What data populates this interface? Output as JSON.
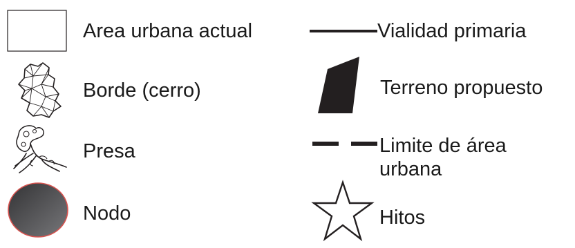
{
  "legend": {
    "items": [
      {
        "id": "area-urbana",
        "label": "Area urbana actual",
        "icon": "empty-rectangle"
      },
      {
        "id": "borde",
        "label": "Borde (cerro)",
        "icon": "hill-outline-network"
      },
      {
        "id": "presa",
        "label": "Presa",
        "icon": "dam-outline"
      },
      {
        "id": "nodo",
        "label": "Nodo",
        "icon": "node-circle"
      },
      {
        "id": "vialidad",
        "label": "Vialidad primaria",
        "icon": "solid-line"
      },
      {
        "id": "terreno",
        "label": "Terreno propuesto",
        "icon": "filled-polygon"
      },
      {
        "id": "limite",
        "label": "Limite de área urbana",
        "icon": "dashed-line"
      },
      {
        "id": "hitos",
        "label": "Hitos",
        "icon": "star-outline"
      }
    ]
  },
  "colors": {
    "text": "#1a1a1a",
    "symbol": "#231f20",
    "node_fill_dark": "#3a3a3c",
    "node_fill_light": "#6d6d70",
    "node_stroke": "#d9534f"
  }
}
